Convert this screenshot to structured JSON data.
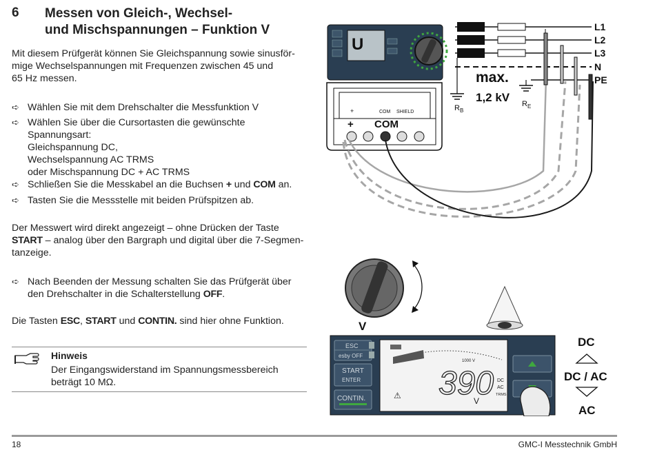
{
  "section": {
    "number": "6",
    "title_line1": "Messen von Gleich-, Wechsel-",
    "title_line2": "und Mischspannungen – Funktion V"
  },
  "intro": [
    "Mit diesem Prüfgerät können Sie Gleichspannung sowie sinusför-",
    "mige Wechselspannungen mit Frequenzen zwischen 45 und",
    "65 Hz messen."
  ],
  "steps": [
    {
      "lines": [
        "Wählen Sie mit dem Drehschalter die Messfunktion V"
      ]
    },
    {
      "lines": [
        "Wählen Sie über die Cursortasten die gewünschte",
        "Spannungsart:",
        "Gleichspannung DC,",
        "Wechselspannung AC TRMS",
        "oder Mischspannung DC + AC TRMS"
      ]
    },
    {
      "pre": "Schließen Sie die Messkabel an die Buchsen ",
      "k1": "+",
      "mid": " und ",
      "k2": "COM",
      "post": " an."
    },
    {
      "lines": [
        "Tasten Sie die Messstelle mit beiden Prüfspitzen ab."
      ]
    }
  ],
  "result": {
    "l1": "Der Messwert wird direkt angezeigt – ohne Drücken der Taste",
    "k": "START",
    "l2": " – analog über den Bargraph und digital über die 7-Segmen-",
    "l3": "tanzeige."
  },
  "after": {
    "l1": "Nach Beenden der Messung schalten Sie das Prüfgerät über",
    "l2": "den Drehschalter in die Schalterstellung ",
    "k": "OFF",
    "end": "."
  },
  "keys": {
    "pre": "Die Tasten ",
    "k1": "ESC",
    "s1": ", ",
    "k2": "START",
    "s2": " und ",
    "k3": "CONTIN.",
    "post": " sind hier ohne Funktion."
  },
  "note": {
    "title": "Hinweis",
    "l1": "Der Eingangswiderstand im Spannungsmessbereich",
    "l2": "beträgt 10 MΩ."
  },
  "footer": {
    "page": "18",
    "company": "GMC-I Messtechnik GmbH"
  },
  "diagram": {
    "phases": [
      "L1",
      "L2",
      "L3",
      "N",
      "PE"
    ],
    "max_label": "max.",
    "max_value": "1,2 kV",
    "rb": "R",
    "rb_sub": "B",
    "re": "R",
    "re_sub": "E",
    "device_letter": "U",
    "socket_plus": "+",
    "socket_com": "COM",
    "inner_plus": "+",
    "inner_com": "COM",
    "inner_shield": "SHIELD",
    "knob_label": "V",
    "btn_esc": "ESC",
    "btn_esby": "esby OFF",
    "btn_start": "START",
    "btn_enter": "ENTER",
    "btn_contin": "CONTIN.",
    "reading": "390",
    "unit": "V",
    "dc": "DC",
    "ac": "AC",
    "trms": "TRMS",
    "scale_label": "1000 V",
    "side_dc": "DC",
    "side_dcac": "DC / AC",
    "side_ac": "AC",
    "colors": {
      "device": "#2a3e52",
      "green": "#3fa83f",
      "wire_grey": "#a6a6a6",
      "wire_black": "#1a1a1a"
    }
  }
}
